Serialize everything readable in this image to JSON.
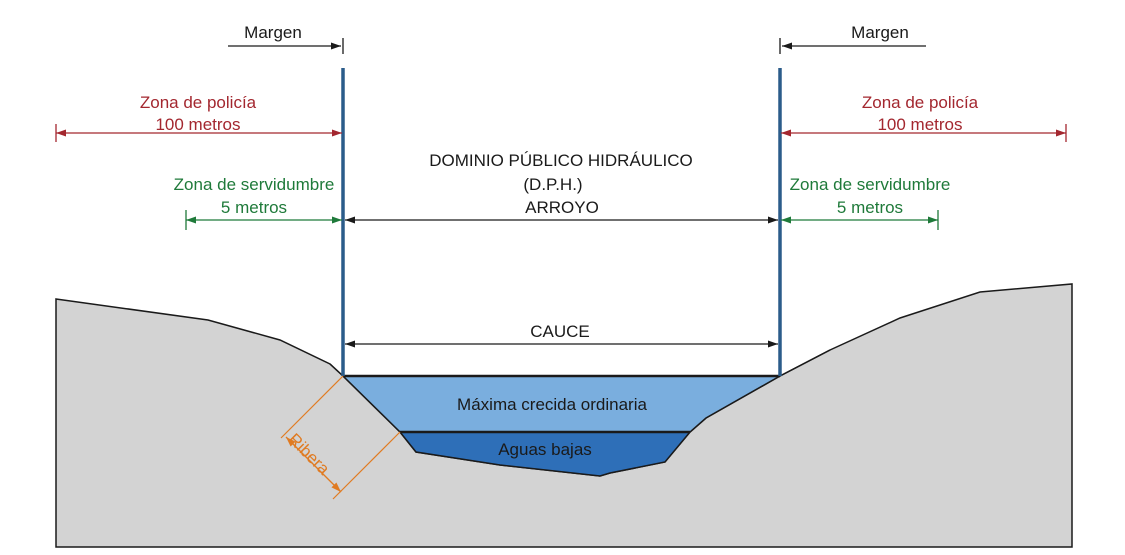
{
  "labels": {
    "margen_left": "Margen",
    "margen_right": "Margen",
    "policia_left_line1": "Zona de policía",
    "policia_left_line2": "100 metros",
    "policia_right_line1": "Zona de policía",
    "policia_right_line2": "100 metros",
    "servidumbre_left_line1": "Zona de servidumbre",
    "servidumbre_left_line2": "5 metros",
    "servidumbre_right_line1": "Zona de servidumbre",
    "servidumbre_right_line2": "5 metros",
    "dph_line1": "DOMINIO PÚBLICO HIDRÁULICO",
    "dph_line2": "(D.P.H.)",
    "dph_line3": "ARROYO",
    "cauce": "CAUCE",
    "maxima_crecida": "Máxima crecida ordinaria",
    "aguas_bajas": "Aguas bajas",
    "ribera": "Ribera"
  },
  "colors": {
    "ground": "#d3d3d3",
    "water_high": "#7aaede",
    "water_low": "#2e6fb8",
    "margin_line": "#2b5c8a",
    "policia": "#a3272f",
    "servidumbre": "#1f7a3a",
    "ribera": "#e07b22",
    "text": "#1a1a1a"
  }
}
